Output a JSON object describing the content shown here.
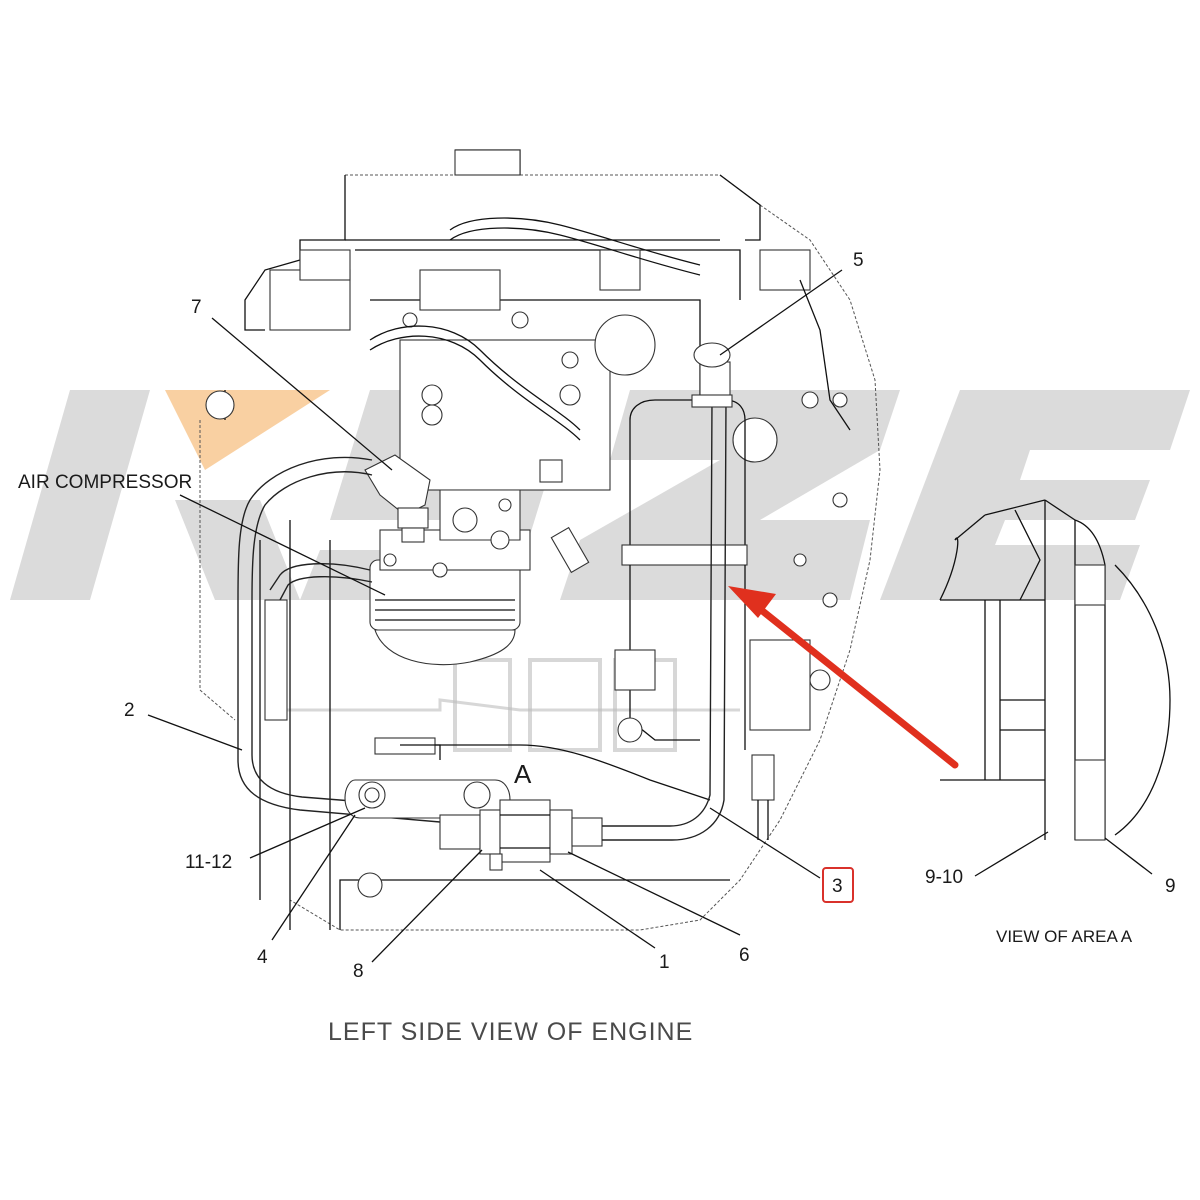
{
  "labels": {
    "air_compressor": "AIR COMPRESSOR",
    "view_a_marker": "A",
    "caption_left": "LEFT SIDE VIEW OF ENGINE",
    "caption_right": "VIEW OF AREA  A"
  },
  "callouts": {
    "c1": "1",
    "c2": "2",
    "c3": "3",
    "c4": "4",
    "c5": "5",
    "c6": "6",
    "c7": "7",
    "c8": "8",
    "c9": "9",
    "c9_10": "9-10",
    "c11_12": "11-12"
  },
  "highlight": {
    "callout": "3",
    "box_color": "#d9312b",
    "arrow_color": "#e0301e"
  },
  "colors": {
    "line": "#111111",
    "watermark_gray": "#bdbdbd",
    "watermark_orange": "#f4a245"
  }
}
